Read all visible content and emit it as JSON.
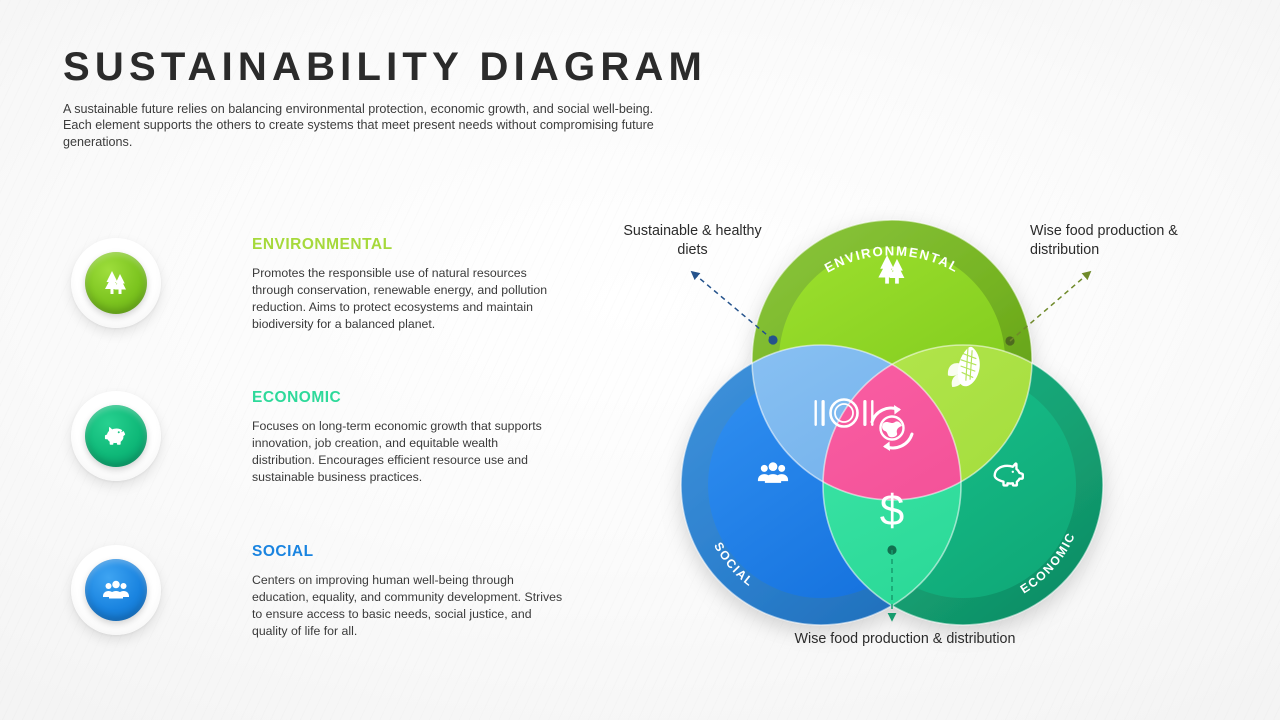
{
  "header": {
    "title": "SUSTAINABILITY DIAGRAM",
    "subtitle": "A sustainable future relies on balancing environmental protection, economic growth, and social well-being. Each element supports the others to create systems that meet present needs without compromising future generations."
  },
  "legend": {
    "items": [
      {
        "id": "environmental",
        "heading": "ENVIRONMENTAL",
        "body": "Promotes the responsible use of natural resources through conservation, renewable energy, and pollution reduction. Aims to protect ecosystems and maintain biodiversity for a balanced planet.",
        "icon": "trees-icon",
        "color": "#a6d93b"
      },
      {
        "id": "economic",
        "heading": "ECONOMIC",
        "body": "Focuses on long-term economic growth that supports innovation, job creation, and equitable wealth distribution. Encourages efficient resource use and sustainable business practices.",
        "icon": "piggy-bank-icon",
        "color": "#2ed99a"
      },
      {
        "id": "social",
        "heading": "SOCIAL",
        "body": "Centers on improving human well-being through education, equality, and community development. Strives to ensure access to basic needs, social justice, and quality of life for all.",
        "icon": "people-group-icon",
        "color": "#1a84e0"
      }
    ]
  },
  "venn": {
    "circles": [
      {
        "id": "environmental",
        "label": "ENVIRONMENTAL",
        "ring_color": "#7cb526",
        "fill_color": "#8cd424",
        "icon": "trees-icon"
      },
      {
        "id": "social",
        "label": "SOCIAL",
        "ring_color": "#2d80cf",
        "fill_color": "#1f7ee8",
        "icon": "people-group-icon"
      },
      {
        "id": "economic",
        "label": "ECONOMIC",
        "ring_color": "#16a271",
        "fill_color": "#13b581",
        "icon": "piggy-bank-icon"
      }
    ],
    "overlaps": [
      {
        "id": "env-social",
        "color": "#7ab6ee",
        "icon": "plate-cutlery-icon"
      },
      {
        "id": "env-economic",
        "color": "#a7e03f",
        "icon": "corn-icon"
      },
      {
        "id": "social-economic",
        "color": "#35e0a0",
        "icon": "dollar-sign-icon"
      },
      {
        "id": "center",
        "color": "#f5549a",
        "icon": "globe-recycle-icon"
      }
    ],
    "callouts": [
      {
        "id": "left",
        "text": "Sustainable & healthy diets",
        "arrow_color": "#25538c"
      },
      {
        "id": "right",
        "text": "Wise food production & distribution",
        "arrow_color": "#6f8a2a"
      },
      {
        "id": "bottom",
        "text": "Wise food production & distribution",
        "arrow_color": "#169c6e"
      }
    ]
  }
}
